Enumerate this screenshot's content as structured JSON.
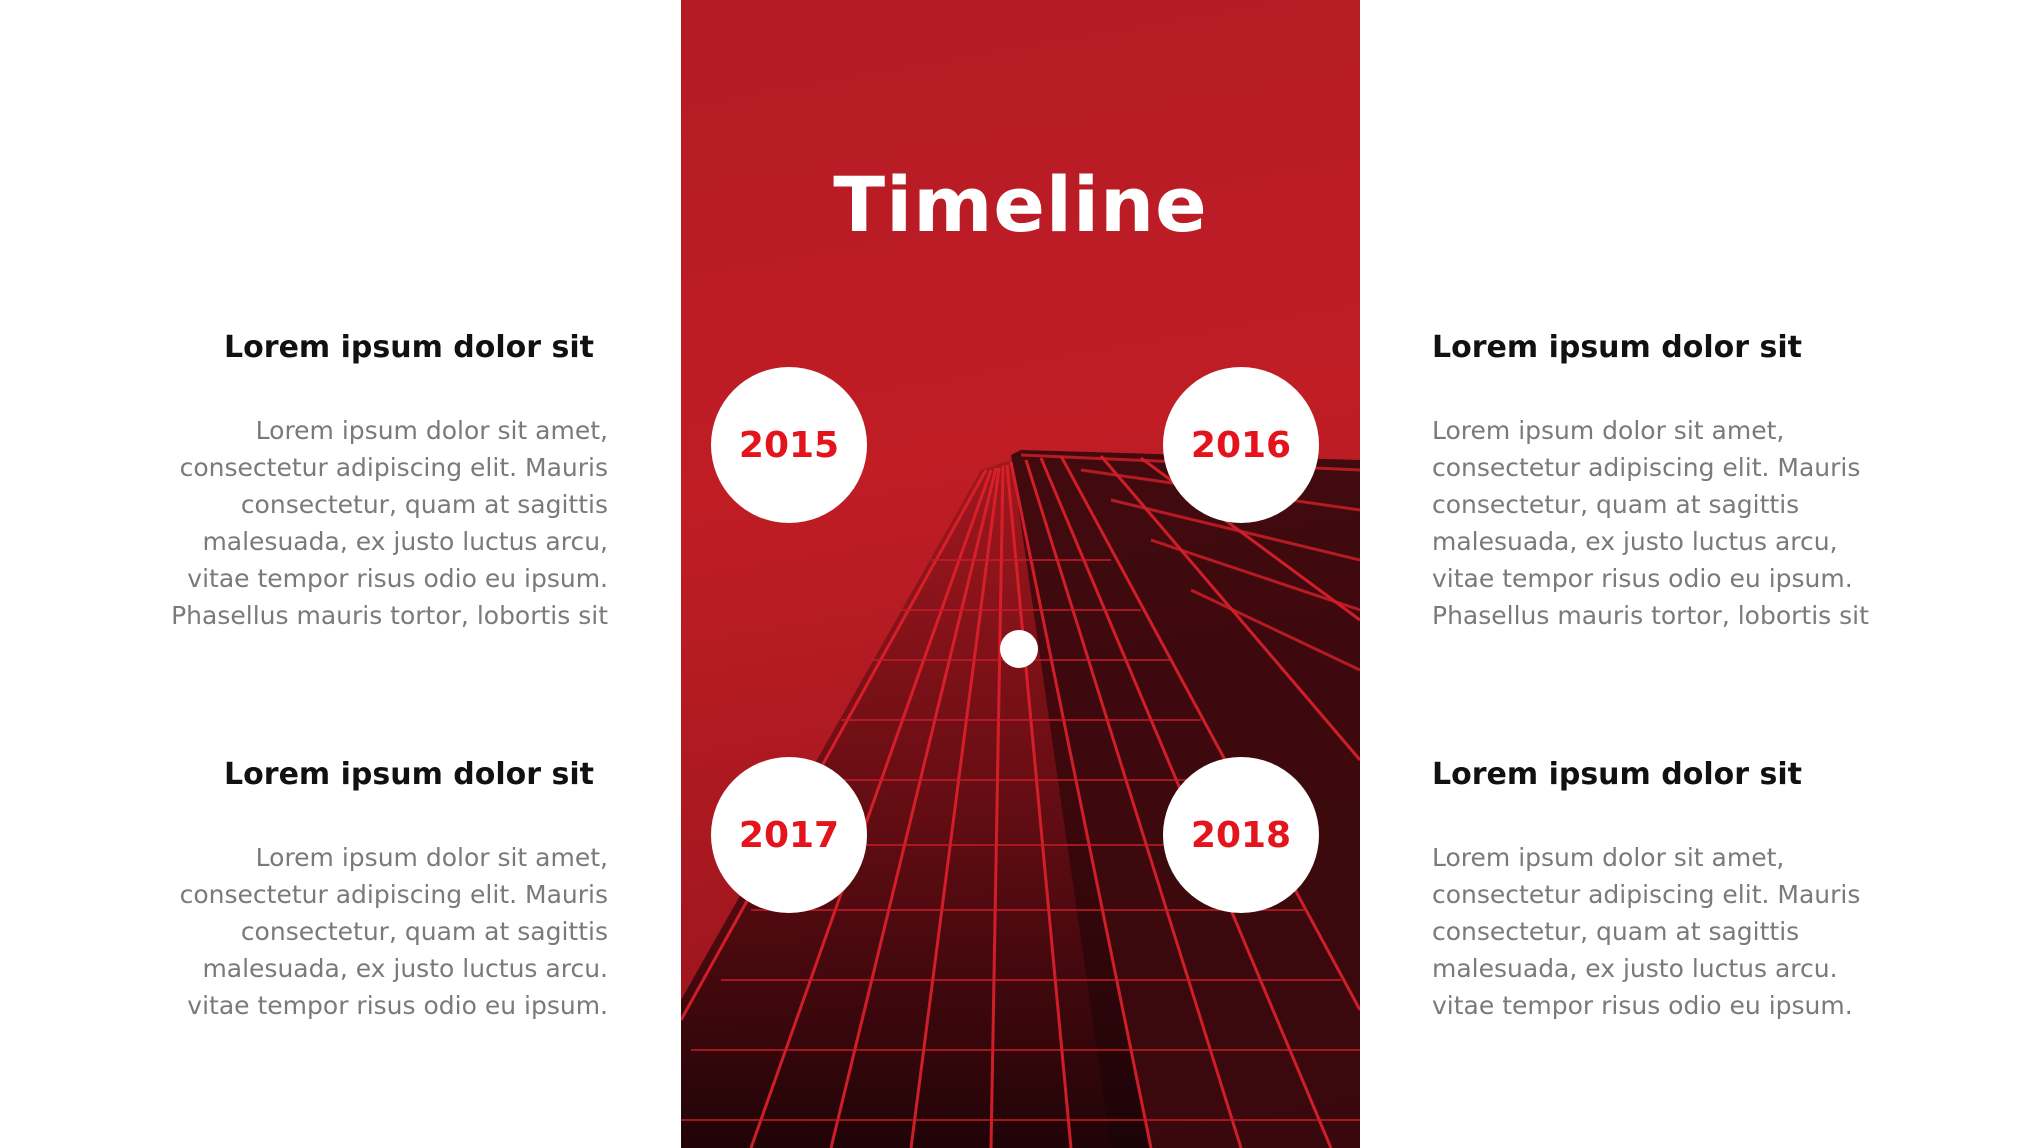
{
  "title": "Timeline",
  "years": [
    "2015",
    "2016",
    "2017",
    "2018"
  ],
  "blocks": [
    {
      "heading": "Lorem ipsum dolor sit",
      "body": "Lorem ipsum dolor sit amet,\nconsectetur adipiscing elit. Mauris\nconsectetur, quam at sagittis\nmalesuada, ex justo luctus arcu,\nvitae tempor risus odio eu ipsum.\nPhasellus mauris tortor, lobortis sit"
    },
    {
      "heading": "Lorem ipsum dolor sit",
      "body": "Lorem ipsum dolor sit amet,\nconsectetur adipiscing elit. Mauris\nconsectetur, quam at sagittis\nmalesuada, ex justo luctus arcu,\nvitae tempor risus odio eu ipsum.\nPhasellus mauris tortor, lobortis sit"
    },
    {
      "heading": "Lorem ipsum dolor sit",
      "body": "Lorem ipsum dolor sit amet,\nconsectetur adipiscing elit. Mauris\nconsectetur, quam at sagittis\nmalesuada, ex justo luctus arcu.\nvitae tempor risus odio eu ipsum."
    },
    {
      "heading": "Lorem ipsum dolor sit",
      "body": "Lorem ipsum dolor sit amet,\nconsectetur adipiscing elit. Mauris\nconsectetur, quam at sagittis\nmalesuada, ex justo luctus arcu.\n vitae tempor risus odio eu ipsum."
    }
  ],
  "colors": {
    "accent": "#e3141c",
    "panel": "#b41b25",
    "heading": "#111111",
    "body_text": "#7a7a7a"
  }
}
